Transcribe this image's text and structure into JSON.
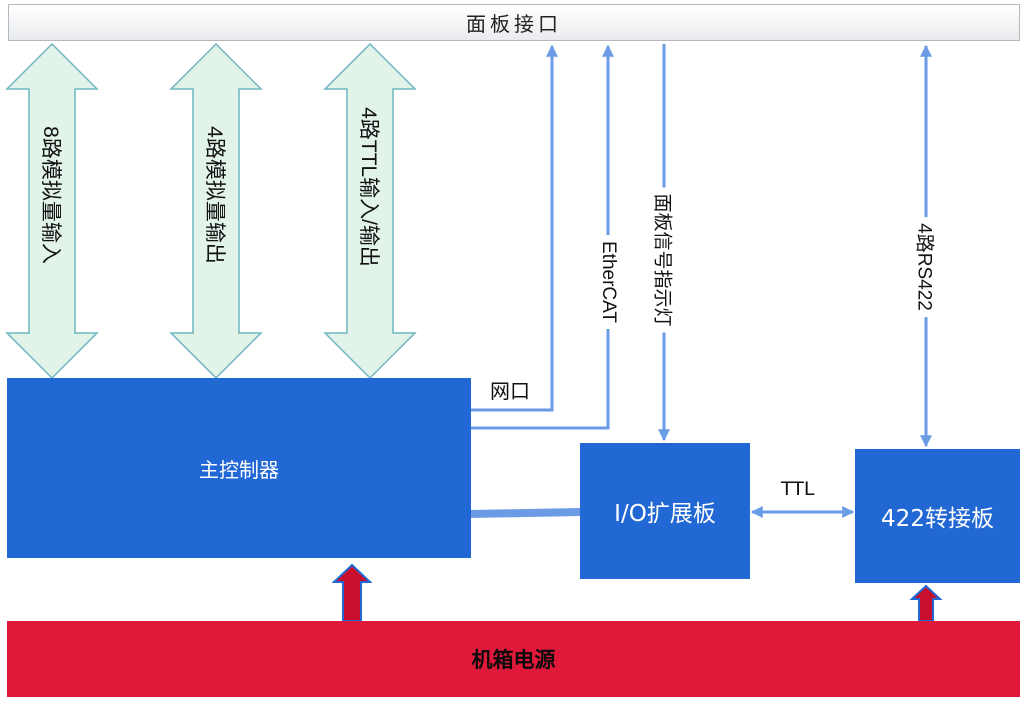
{
  "panel_interface": "面板接口",
  "analog_in": "8路模拟量输入",
  "analog_out": "4路模拟量输出",
  "ttl_io": "4路TTL输入/输出",
  "net_port": "网口",
  "ethercat": "EtherCAT",
  "panel_led": "面板信号指示灯",
  "rs422": "4路RS422",
  "main_controller": "主控制器",
  "io_board": "I/O扩展板",
  "ttl_link": "TTL",
  "converter_board": "422转接板",
  "power_supply": "机箱电源",
  "colors": {
    "block_blue": "#2268d4",
    "line_blue": "#6b9be4",
    "power_red": "#e0193a",
    "arrow_fill": "#e2f4ea",
    "arrow_stroke": "#6fb5c0"
  }
}
